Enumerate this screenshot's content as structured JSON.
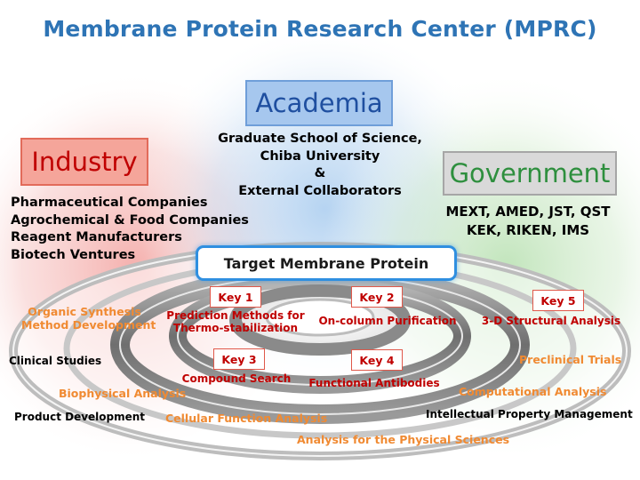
{
  "title": "Membrane Protein Research Center (MPRC)",
  "academia": {
    "label": "Academia",
    "lines": [
      "Graduate School of Science,",
      "Chiba University",
      "&",
      "External Collaborators"
    ]
  },
  "industry": {
    "label": "Industry",
    "lines": [
      "Pharmaceutical Companies",
      "Agrochemical & Food Companies",
      "Reagent Manufacturers",
      "Biotech Ventures"
    ]
  },
  "government": {
    "label": "Government",
    "lines": [
      "MEXT, AMED, JST, QST",
      "KEK, RIKEN, IMS"
    ]
  },
  "target": "Target Membrane Protein",
  "keys": [
    {
      "label": "Key 1",
      "topic": [
        "Prediction Methods for",
        "Thermo-stabilization"
      ]
    },
    {
      "label": "Key 2",
      "topic": [
        "On-column Purification"
      ]
    },
    {
      "label": "Key 3",
      "topic": [
        "Compound Search"
      ]
    },
    {
      "label": "Key 4",
      "topic": [
        "Functional Antibodies"
      ]
    },
    {
      "label": "Key 5",
      "topic": [
        "3-D Structural Analysis"
      ]
    }
  ],
  "orange_topics": {
    "organic": [
      "Organic Synthesis",
      "Method Development"
    ],
    "preclinical": "Preclinical Trials",
    "biophysical": "Biophysical Analysis",
    "computational": "Computational Analysis",
    "cellular": "Cellular Function Analysis",
    "physical": "Analysis for the Physical Sciences"
  },
  "black_topics": {
    "clinical": "Clinical Studies",
    "product": "Product Development",
    "ip": "Intellectual Property Management"
  },
  "colors": {
    "title": "#2e74b5",
    "industry": "#c00000",
    "academia": "#1f4fa0",
    "government": "#2e8f3e",
    "key_text": "#c00000",
    "orange_text": "#f08a32",
    "target_border": "#2f8fe0"
  }
}
